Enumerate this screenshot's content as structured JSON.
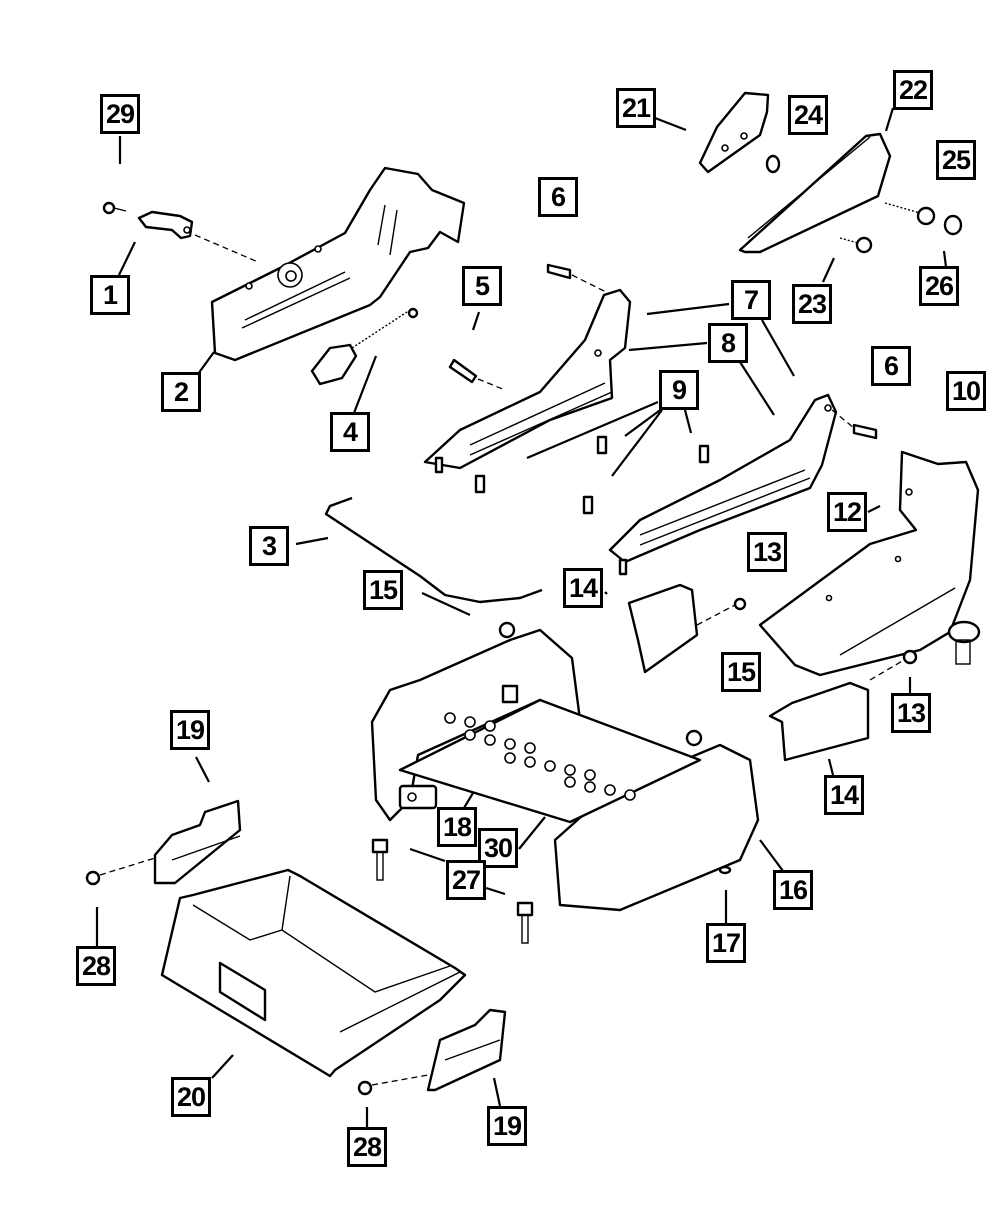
{
  "diagram": {
    "type": "exploded-parts-diagram",
    "subject": "Seat track, riser, storage drawer and trim components",
    "callouts": [
      {
        "id": "c29",
        "label": "29"
      },
      {
        "id": "c1",
        "label": "1"
      },
      {
        "id": "c2",
        "label": "2"
      },
      {
        "id": "c4",
        "label": "4"
      },
      {
        "id": "c5",
        "label": "5"
      },
      {
        "id": "c3",
        "label": "3"
      },
      {
        "id": "c15a",
        "label": "15"
      },
      {
        "id": "c21",
        "label": "21"
      },
      {
        "id": "c24",
        "label": "24"
      },
      {
        "id": "c22",
        "label": "22"
      },
      {
        "id": "c25",
        "label": "25"
      },
      {
        "id": "c6a",
        "label": "6"
      },
      {
        "id": "c23",
        "label": "23"
      },
      {
        "id": "c26",
        "label": "26"
      },
      {
        "id": "c7",
        "label": "7"
      },
      {
        "id": "c8",
        "label": "8"
      },
      {
        "id": "c6b",
        "label": "6"
      },
      {
        "id": "c10",
        "label": "10"
      },
      {
        "id": "c9",
        "label": "9"
      },
      {
        "id": "c12",
        "label": "12"
      },
      {
        "id": "c13a",
        "label": "13"
      },
      {
        "id": "c14a",
        "label": "14"
      },
      {
        "id": "c15b",
        "label": "15"
      },
      {
        "id": "c13b",
        "label": "13"
      },
      {
        "id": "c14b",
        "label": "14"
      },
      {
        "id": "c19a",
        "label": "19"
      },
      {
        "id": "c18",
        "label": "18"
      },
      {
        "id": "c30",
        "label": "30"
      },
      {
        "id": "c27",
        "label": "27"
      },
      {
        "id": "c16",
        "label": "16"
      },
      {
        "id": "c17",
        "label": "17"
      },
      {
        "id": "c28a",
        "label": "28"
      },
      {
        "id": "c20",
        "label": "20"
      },
      {
        "id": "c28b",
        "label": "28"
      },
      {
        "id": "c19b",
        "label": "19"
      }
    ]
  }
}
